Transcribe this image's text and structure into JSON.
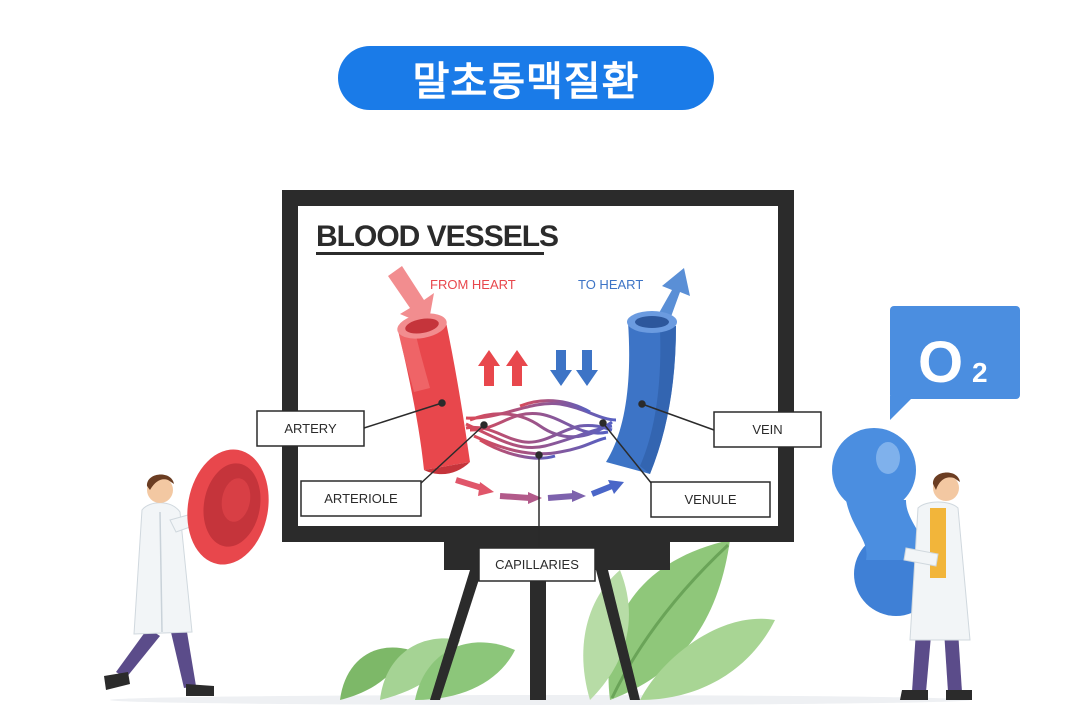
{
  "header": {
    "title": "말초동맥질환"
  },
  "board": {
    "title": "BLOOD VESSELS",
    "from_heart": "FROM HEART",
    "to_heart": "TO HEART"
  },
  "labels": {
    "artery": "ARTERY",
    "arteriole": "ARTERIOLE",
    "capillaries": "CAPILLARIES",
    "vein": "VEIN",
    "venule": "VENULE"
  },
  "bubble": {
    "element": "O",
    "subscript": "2"
  },
  "colors": {
    "pill": "#1a7be8",
    "artery": "#e8474c",
    "vein": "#3d74c6",
    "board_frame": "#2b2b2b",
    "leaf": "#8fc77a",
    "bubble": "#4b8ee0"
  }
}
